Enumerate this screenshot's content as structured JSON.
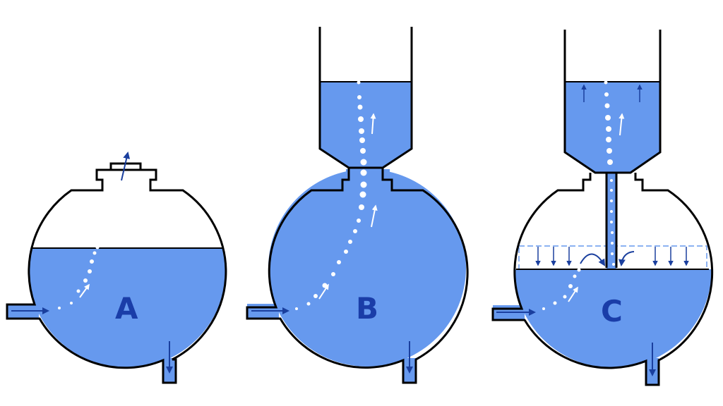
{
  "colors": {
    "water": "#6699ee",
    "outline": "#000000",
    "arrow": "#1a3f9e",
    "label": "#1a3da8",
    "bubble": "#ffffff"
  },
  "icons": {
    "inlet": "right-arrow-icon",
    "outlet": "down-arrow-icon",
    "vent": "up-arrow-icon",
    "bubble_flow": "up-arrow-icon",
    "pressure": "down-arrow-icon",
    "swirl": "curved-arrow-icon"
  },
  "panels": [
    {
      "label": "A"
    },
    {
      "label": "B"
    },
    {
      "label": "C"
    }
  ]
}
